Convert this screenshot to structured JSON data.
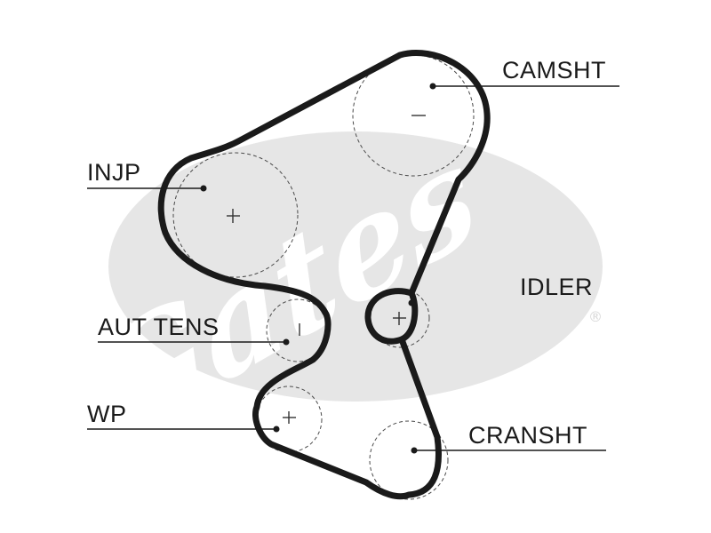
{
  "watermark": {
    "brand": "Gates",
    "color": "#e6e6e6",
    "registered_mark": "®"
  },
  "labels": {
    "camshaft": "CAMSHT",
    "injection_pump": "INJP",
    "idler": "IDLER",
    "auto_tensioner": "AUT TENS",
    "water_pump": "WP",
    "crankshaft": "CRANSHT"
  },
  "colors": {
    "belt": "#1a1a1a",
    "pulley_outline": "#4a4a4a",
    "text": "#1a1a1a"
  }
}
